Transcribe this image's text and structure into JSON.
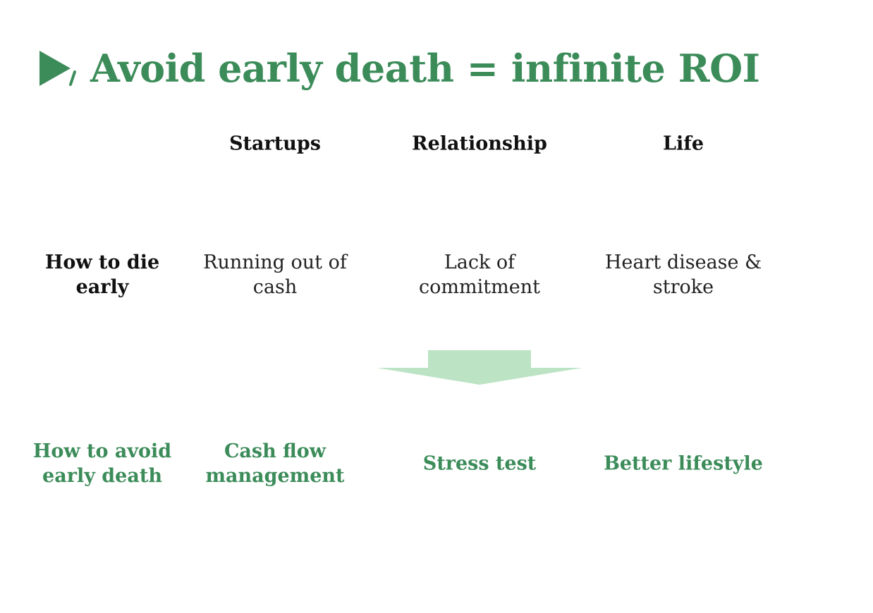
{
  "title": "Avoid early death = infinite ROI",
  "colors": {
    "accent": "#3c8c5a",
    "arrow": "#bde3c5",
    "text": "#111111"
  },
  "columns": [
    "Startups",
    "Relationship",
    "Life"
  ],
  "rows": [
    {
      "label": "How to die early",
      "cells": [
        "Running out of cash",
        "Lack of commitment",
        "Heart disease & stroke"
      ]
    },
    {
      "label": "How to avoid early death",
      "cells": [
        "Cash flow management",
        "Stress test",
        "Better lifestyle"
      ]
    }
  ],
  "icons": {
    "logo": "play-slash-logo-icon",
    "transition": "down-arrow-icon"
  }
}
